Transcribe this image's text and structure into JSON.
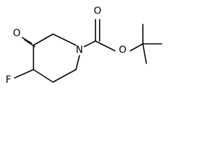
{
  "molecule": {
    "atoms": {
      "oxygen_ketone": "O",
      "nitrogen": "N",
      "fluorine": "F",
      "oxygen_carbonyl": "O",
      "oxygen_ester": "O"
    }
  }
}
